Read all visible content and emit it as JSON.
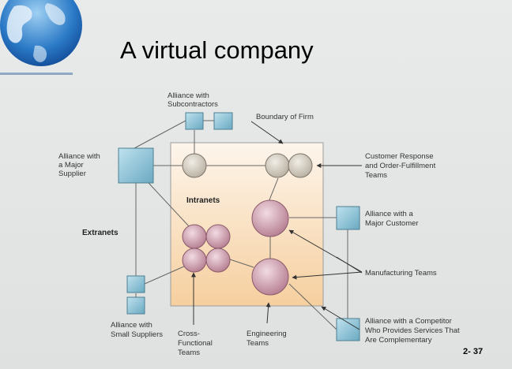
{
  "slide": {
    "title": "A virtual company",
    "page_number": "2- 37"
  },
  "diagram": {
    "boundary_label": "Boundary of Firm",
    "intranets_label": "Intranets",
    "extranets_label": "Extranets",
    "labels": {
      "subcontractors": [
        "Alliance with",
        "Subcontractors"
      ],
      "major_supplier": [
        "Alliance with",
        "a Major",
        "Supplier"
      ],
      "customer_response": [
        "Customer Response",
        "and Order-Fulfillment",
        "Teams"
      ],
      "major_customer": [
        "Alliance with a",
        "Major Customer"
      ],
      "manufacturing": [
        "Manufacturing Teams"
      ],
      "competitor": [
        "Alliance with a Competitor",
        "Who Provides Services That",
        "Are Complementary"
      ],
      "small_suppliers": [
        "Alliance with",
        "Small Suppliers"
      ],
      "cross_functional": [
        "Cross-",
        "Functional",
        "Teams"
      ],
      "engineering": [
        "Engineering",
        "Teams"
      ]
    }
  },
  "colors": {
    "firm_fill_top": "#fdf5ec",
    "firm_fill_bottom": "#f6cf9e",
    "box_blue": "#8fc3d6",
    "circle_gray": "#d9d3c6",
    "circle_mauve": "#d9a8b6"
  }
}
